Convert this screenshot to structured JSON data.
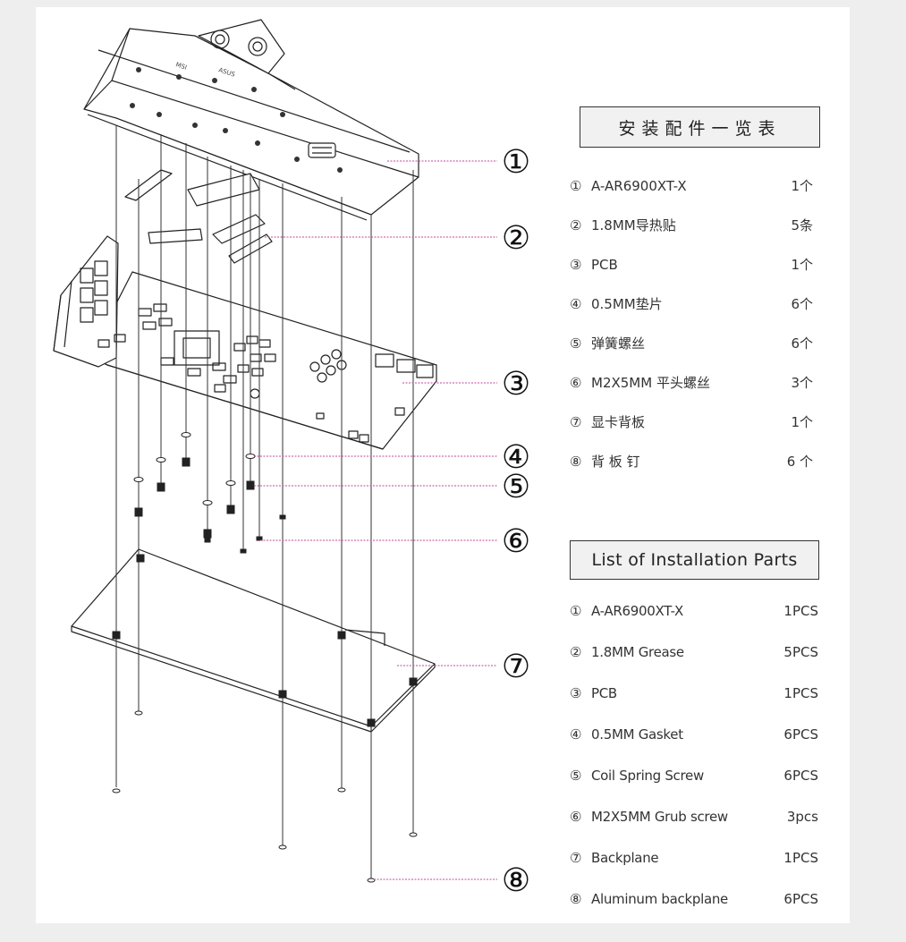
{
  "cn_title": "安装配件一览表",
  "en_title": "List of Installation Parts",
  "callouts": [
    "①",
    "②",
    "③",
    "④",
    "⑤",
    "⑥",
    "⑦",
    "⑧"
  ],
  "block_text": "ASUS",
  "parts_cn": [
    {
      "num": "①",
      "name": "A-AR6900XT-X",
      "qty": "1个"
    },
    {
      "num": "②",
      "name": "1.8MM导热贴",
      "qty": "5条"
    },
    {
      "num": "③",
      "name": "PCB",
      "qty": "1个"
    },
    {
      "num": "④",
      "name": "0.5MM垫片",
      "qty": "6个"
    },
    {
      "num": "⑤",
      "name": "弹簧螺丝",
      "qty": "6个"
    },
    {
      "num": "⑥",
      "name": "M2X5MM 平头螺丝",
      "qty": "3个"
    },
    {
      "num": "⑦",
      "name": "显卡背板",
      "qty": "1个"
    },
    {
      "num": "⑧",
      "name": "背 板 钉",
      "qty": "6 个"
    }
  ],
  "parts_en": [
    {
      "num": "①",
      "name": "A-AR6900XT-X",
      "qty": "1PCS"
    },
    {
      "num": "②",
      "name": "1.8MM Grease",
      "qty": "5PCS"
    },
    {
      "num": "③",
      "name": "PCB",
      "qty": "1PCS"
    },
    {
      "num": "④",
      "name": "0.5MM Gasket",
      "qty": "6PCS"
    },
    {
      "num": "⑤",
      "name": "Coil Spring Screw",
      "qty": "6PCS"
    },
    {
      "num": "⑥",
      "name": "M2X5MM Grub screw",
      "qty": "3pcs"
    },
    {
      "num": "⑦",
      "name": "Backplane",
      "qty": "1PCS"
    },
    {
      "num": "⑧",
      "name": "Aluminum backplane",
      "qty": "6PCS"
    }
  ],
  "colors": {
    "leader": "#c0479a",
    "line": "#222222",
    "card": "#ffffff",
    "page": "#eeeeee"
  }
}
